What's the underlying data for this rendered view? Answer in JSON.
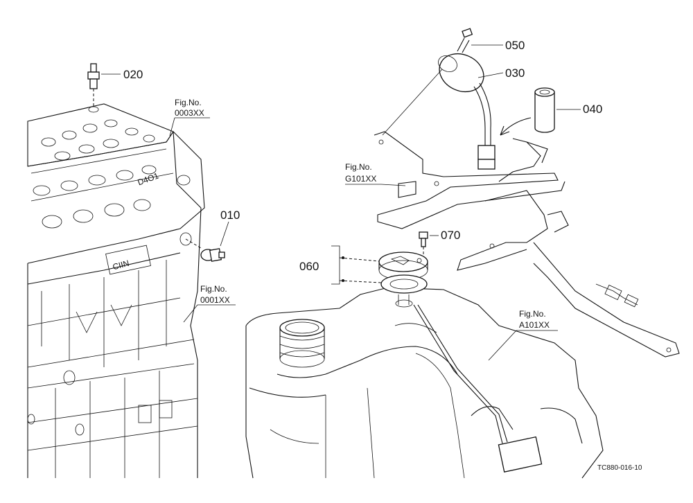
{
  "callouts": {
    "p010": "010",
    "p020": "020",
    "p030": "030",
    "p040": "040",
    "p050": "050",
    "p060": "060",
    "p070": "070"
  },
  "figure_refs": {
    "engine_head": {
      "label": "Fig.No.",
      "code": "0003XX"
    },
    "engine_block": {
      "label": "Fig.No.",
      "code": "0001XX"
    },
    "bracket": {
      "label": "Fig.No.",
      "code": "G101XX"
    },
    "fuel_tank": {
      "label": "Fig.No.",
      "code": "A101XX"
    }
  },
  "engine_marks": {
    "mark_a": "D4O1",
    "mark_b": "CIIN"
  },
  "drawing_code": "TC880-016-10"
}
